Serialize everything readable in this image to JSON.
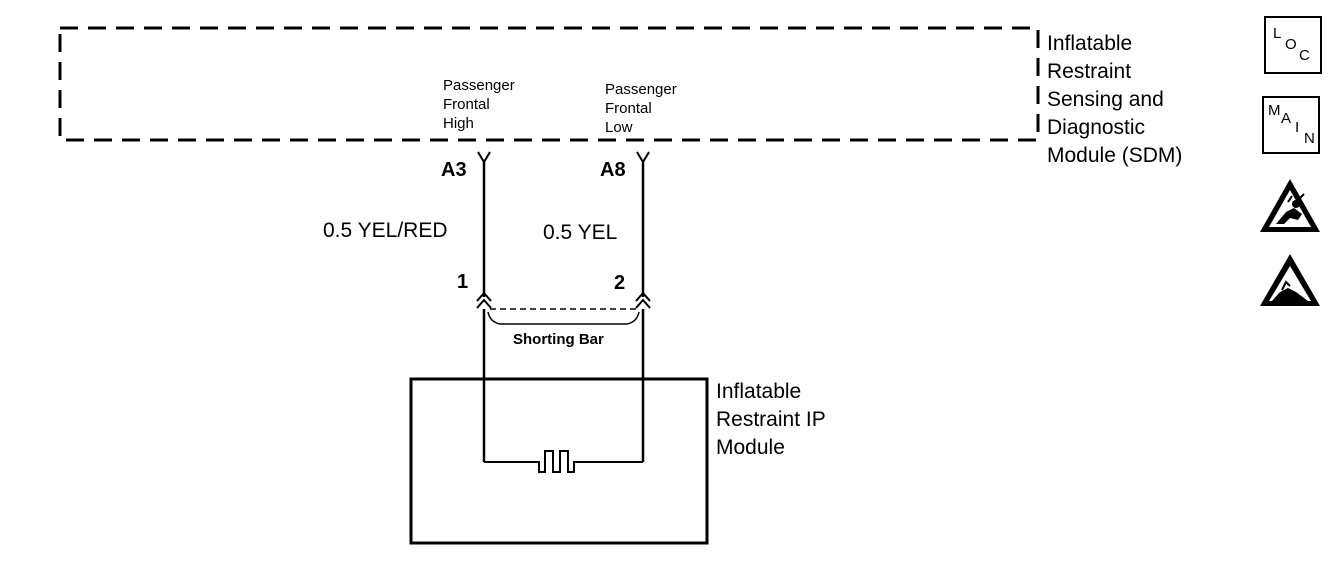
{
  "sdm": {
    "pin_high_desc": [
      "Passenger",
      "Frontal",
      "High"
    ],
    "pin_low_desc": [
      "Passenger",
      "Frontal",
      "Low"
    ],
    "pin_high_id": "A3",
    "pin_low_id": "A8",
    "label": [
      "Inflatable",
      "Restraint",
      "Sensing and",
      "Diagnostic",
      "Module (SDM)"
    ]
  },
  "wires": {
    "left": "0.5 YEL/RED",
    "right": "0.5 YEL"
  },
  "connector": {
    "cavity_left": "1",
    "cavity_right": "2",
    "shorting_bar": "Shorting Bar"
  },
  "ip_module": {
    "label": [
      "Inflatable",
      "Restraint IP",
      "Module"
    ]
  },
  "icons": [
    {
      "name": "loc-icon",
      "letters": [
        "L",
        "O",
        "C"
      ]
    },
    {
      "name": "main-icon",
      "letters": [
        "M",
        "A",
        "I",
        "N"
      ]
    },
    {
      "name": "esd-warning-icon"
    },
    {
      "name": "esd-warning-icon-2"
    }
  ]
}
